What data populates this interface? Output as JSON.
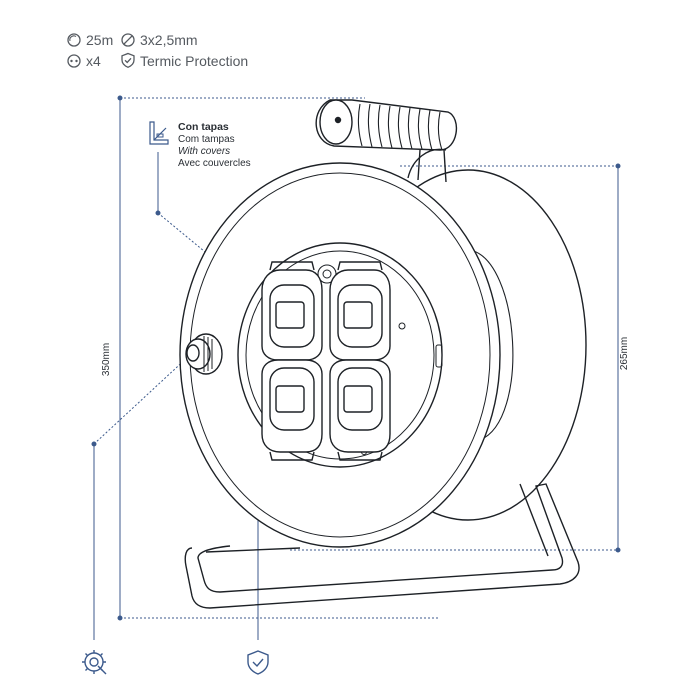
{
  "specs": {
    "length": "25m",
    "section": "3x2,5mm",
    "sockets": "x4",
    "protection": "Termic Protection"
  },
  "covers_note": {
    "title": "Con tapas",
    "pt": "Com tampas",
    "en": "With covers",
    "fr": "Avec couvercles"
  },
  "dimensions": {
    "height_total": "350mm",
    "height_drum": "265mm"
  },
  "icons": {
    "length": "coil-icon",
    "section": "section-icon",
    "sockets": "socket-icon",
    "protection": "shield-icon",
    "covers": "cover-icon",
    "thermal": "thermal-gear-icon",
    "shield_bottom": "shield-check-icon"
  },
  "colors": {
    "accent": "#3c5a8c",
    "line": "#1d2126",
    "text": "#555a60"
  }
}
